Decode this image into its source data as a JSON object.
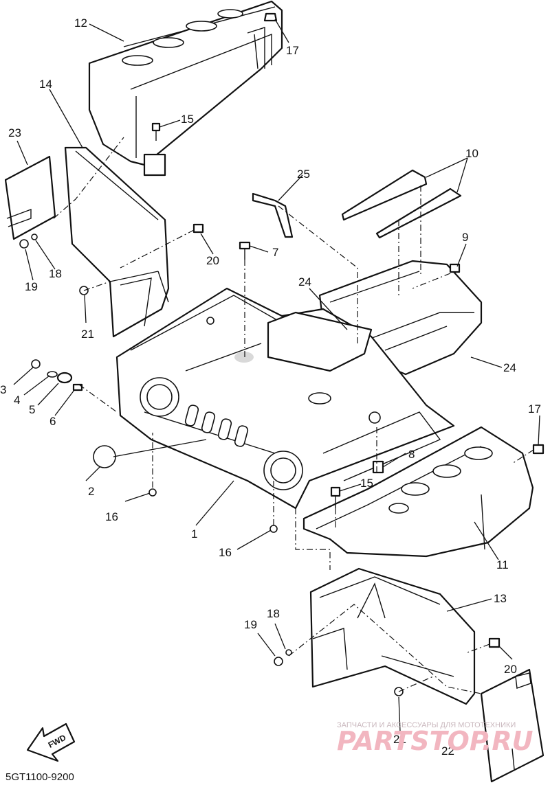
{
  "diagram_code": "5GT1100-9200",
  "fwd_label": "FWD",
  "watermark": {
    "tagline": "ЗАПЧАСТИ И АКСЕССУАРЫ ДЛЯ МОТОТЕХНИКИ",
    "brand": "PARTSTOP.RU"
  },
  "callouts": {
    "c1": "1",
    "c2": "2",
    "c3": "3",
    "c4": "4",
    "c5": "5",
    "c6": "6",
    "c7": "7",
    "c8": "8",
    "c9": "9",
    "c10": "10",
    "c11": "11",
    "c12": "12",
    "c13": "13",
    "c14": "14",
    "c15a": "15",
    "c15b": "15",
    "c16a": "16",
    "c16b": "16",
    "c17a": "17",
    "c17b": "17",
    "c18a": "18",
    "c18b": "18",
    "c19a": "19",
    "c19b": "19",
    "c20a": "20",
    "c20b": "20",
    "c21a": "21",
    "c21b": "21",
    "c22": "22",
    "c23": "23",
    "c24a": "24",
    "c24b": "24",
    "c25": "25"
  }
}
